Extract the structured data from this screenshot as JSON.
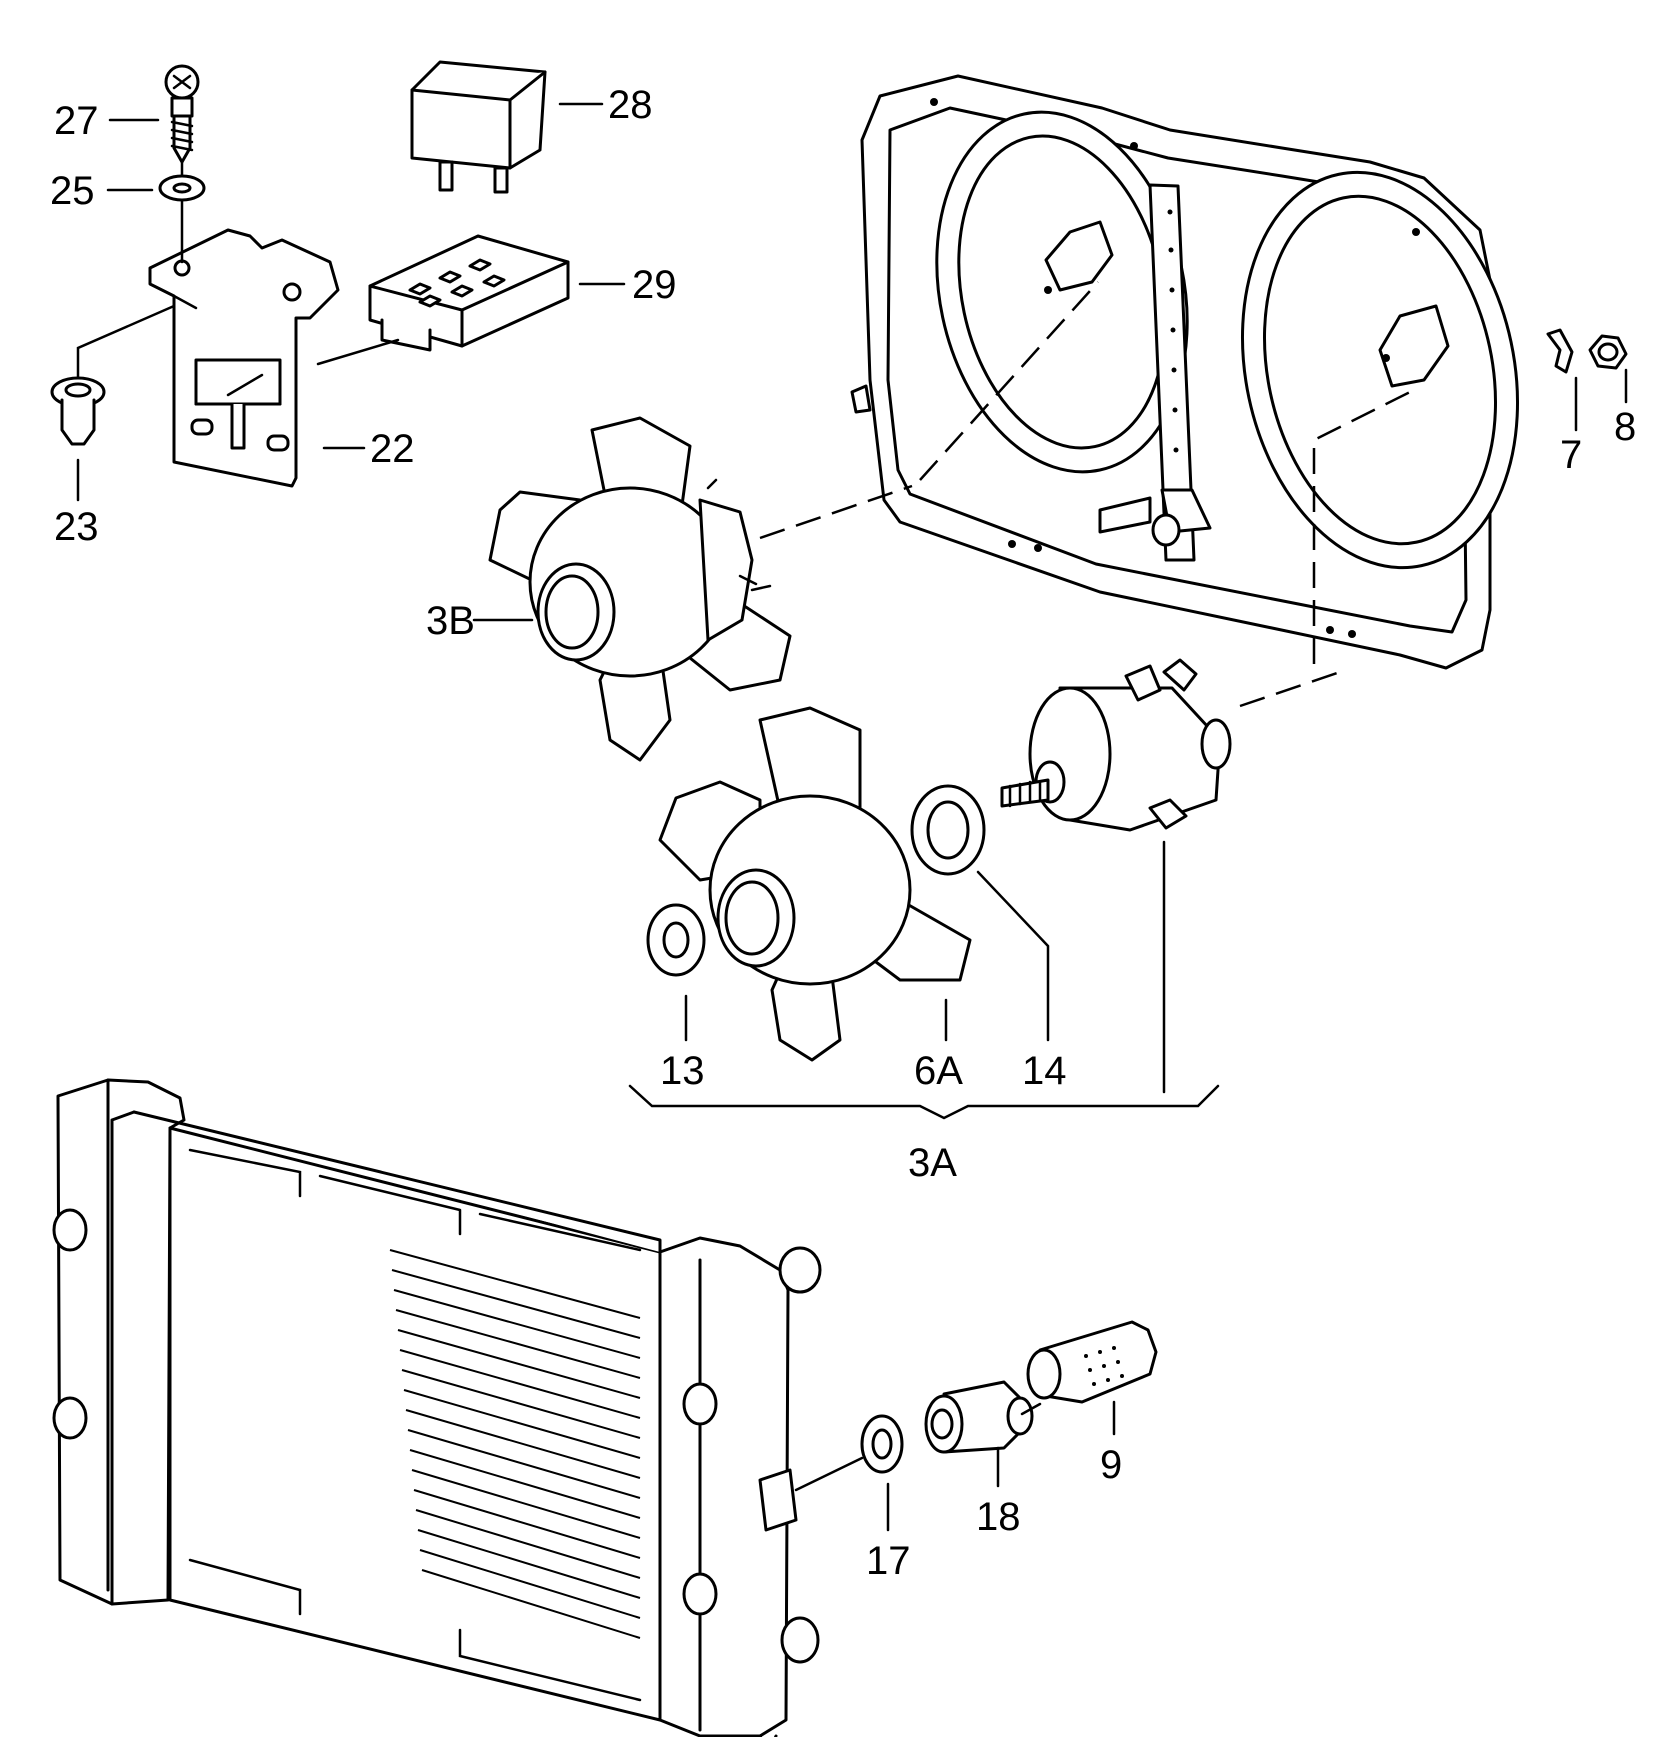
{
  "labels": {
    "p27": "27",
    "p28": "28",
    "p25": "25",
    "p29": "29",
    "p22": "22",
    "p23": "23",
    "p3B": "3B",
    "p7": "7",
    "p8": "8",
    "p13": "13",
    "p6A": "6A",
    "p14": "14",
    "p3A": "3A",
    "p9": "9",
    "p18": "18",
    "p17": "17"
  },
  "colors": {
    "ink": "#000000",
    "paper": "#ffffff"
  }
}
